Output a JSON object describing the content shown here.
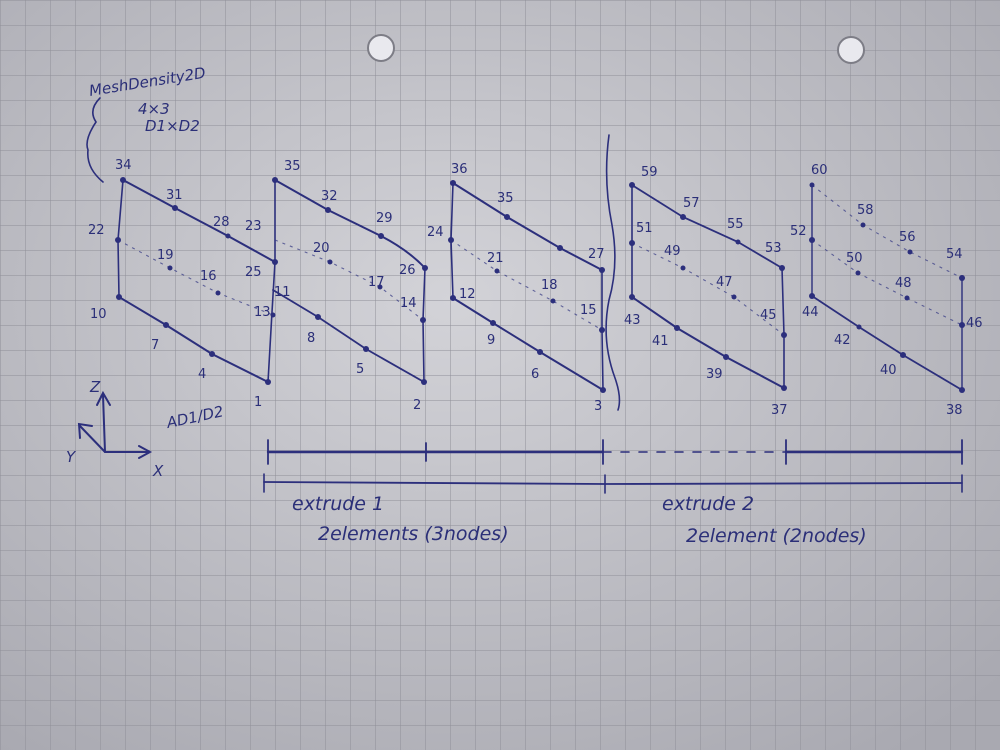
{
  "annotations": {
    "mesh_density_title": "MeshDensity2D",
    "mesh_density_size": "4×3",
    "mesh_density_dirs": "D1×D2",
    "axis_z": "Z",
    "axis_y": "Y",
    "axis_x": "X",
    "direction_label": "AD1/D2",
    "extrude1_title": "extrude 1",
    "extrude1_detail": "2elements (3nodes)",
    "extrude2_title": "extrude 2",
    "extrude2_detail": "2element (2nodes)"
  },
  "node_labels": {
    "n34": "34",
    "n31": "31",
    "n28": "28",
    "n22": "22",
    "n19": "19",
    "n16": "16",
    "n10": "10",
    "n7": "7",
    "n4": "4",
    "n1": "1",
    "n35": "35",
    "n32": "32",
    "n29": "29",
    "n23": "23",
    "n20": "20",
    "n25": "25",
    "n13": "13",
    "n11": "11",
    "n8": "8",
    "n5": "5",
    "n2": "2",
    "n36": "36",
    "n35b": "35",
    "n24": "24",
    "n21": "21",
    "n27": "27",
    "n26": "26",
    "n17": "17",
    "n14": "14",
    "n12": "12",
    "n18": "18",
    "n9": "9",
    "n6": "6",
    "n15": "15",
    "n3": "3",
    "n59": "59",
    "n57": "57",
    "n55": "55",
    "n51": "51",
    "n49": "49",
    "n53": "53",
    "n47": "47",
    "n43": "43",
    "n41": "41",
    "n39": "39",
    "n45": "45",
    "n37": "37",
    "n60": "60",
    "n58": "58",
    "n52": "52",
    "n56": "56",
    "n50": "50",
    "n54": "54",
    "n48": "48",
    "n44": "44",
    "n42": "42",
    "n40": "40",
    "n46": "46",
    "n38": "38"
  },
  "colors": {
    "ink": "#2c2f7c",
    "paper": "#c9c9ce",
    "grid": "#8f8f98"
  }
}
